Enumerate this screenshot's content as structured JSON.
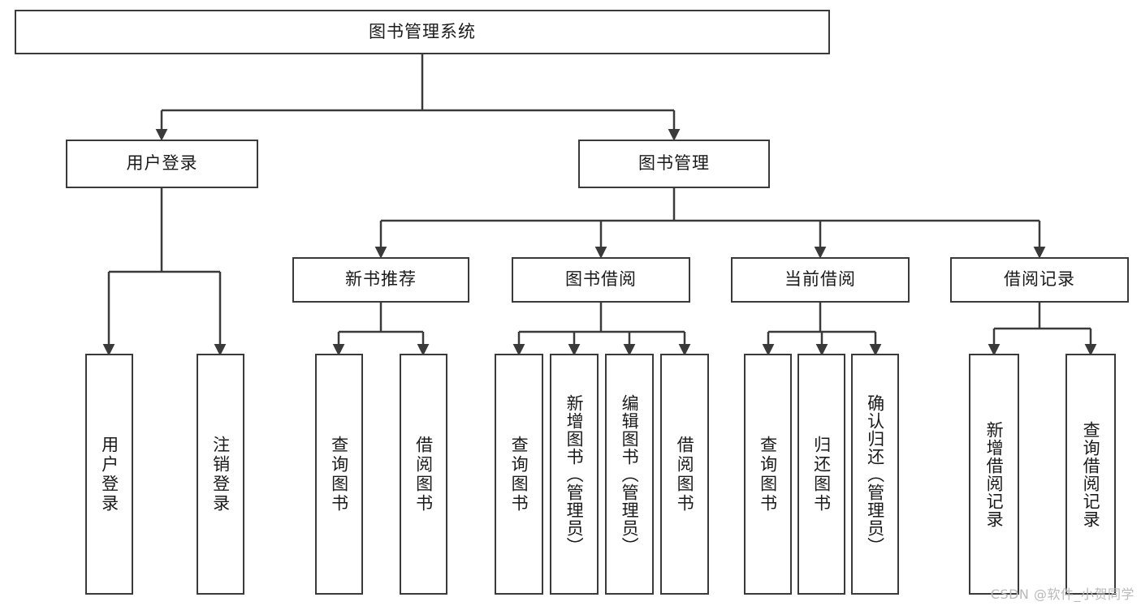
{
  "diagram": {
    "type": "tree",
    "title": "图书管理系统",
    "root": {
      "label": "图书管理系统",
      "id": "root"
    },
    "level1": [
      {
        "id": "user-login",
        "label": "用户登录"
      },
      {
        "id": "book-manage",
        "label": "图书管理"
      }
    ],
    "level2": [
      {
        "id": "new-book-rec",
        "label": "新书推荐",
        "parent": "book-manage"
      },
      {
        "id": "book-borrow",
        "label": "图书借阅",
        "parent": "book-manage"
      },
      {
        "id": "current-borrow",
        "label": "当前借阅",
        "parent": "book-manage"
      },
      {
        "id": "borrow-record",
        "label": "借阅记录",
        "parent": "book-manage"
      }
    ],
    "leaves": {
      "user_login": [
        {
          "id": "leaf-user-login",
          "label": "用户登录"
        },
        {
          "id": "leaf-user-logout",
          "label": "注销登录"
        }
      ],
      "new_book_rec": [
        {
          "id": "leaf-query-book-1",
          "label": "查询图书"
        },
        {
          "id": "leaf-borrow-book-1",
          "label": "借阅图书"
        }
      ],
      "book_borrow": [
        {
          "id": "leaf-query-book-2",
          "label": "查询图书"
        },
        {
          "id": "leaf-add-book",
          "label": "新增图书（管理员）"
        },
        {
          "id": "leaf-edit-book",
          "label": "编辑图书（管理员）"
        },
        {
          "id": "leaf-borrow-book-2",
          "label": "借阅图书"
        }
      ],
      "current_borrow": [
        {
          "id": "leaf-query-book-3",
          "label": "查询图书"
        },
        {
          "id": "leaf-return-book",
          "label": "归还图书"
        },
        {
          "id": "leaf-confirm-return",
          "label": "确认归还（管理员）"
        }
      ],
      "borrow_record": [
        {
          "id": "leaf-add-record",
          "label": "新增借阅记录"
        },
        {
          "id": "leaf-query-record",
          "label": "查询借阅记录"
        }
      ]
    }
  },
  "watermark": {
    "text": "CSDN @软件_小贺同学"
  },
  "colors": {
    "stroke": "#3a3a3a",
    "fill": "#ffffff",
    "text": "#1a1a1a",
    "watermark": "#b9b9b9"
  }
}
